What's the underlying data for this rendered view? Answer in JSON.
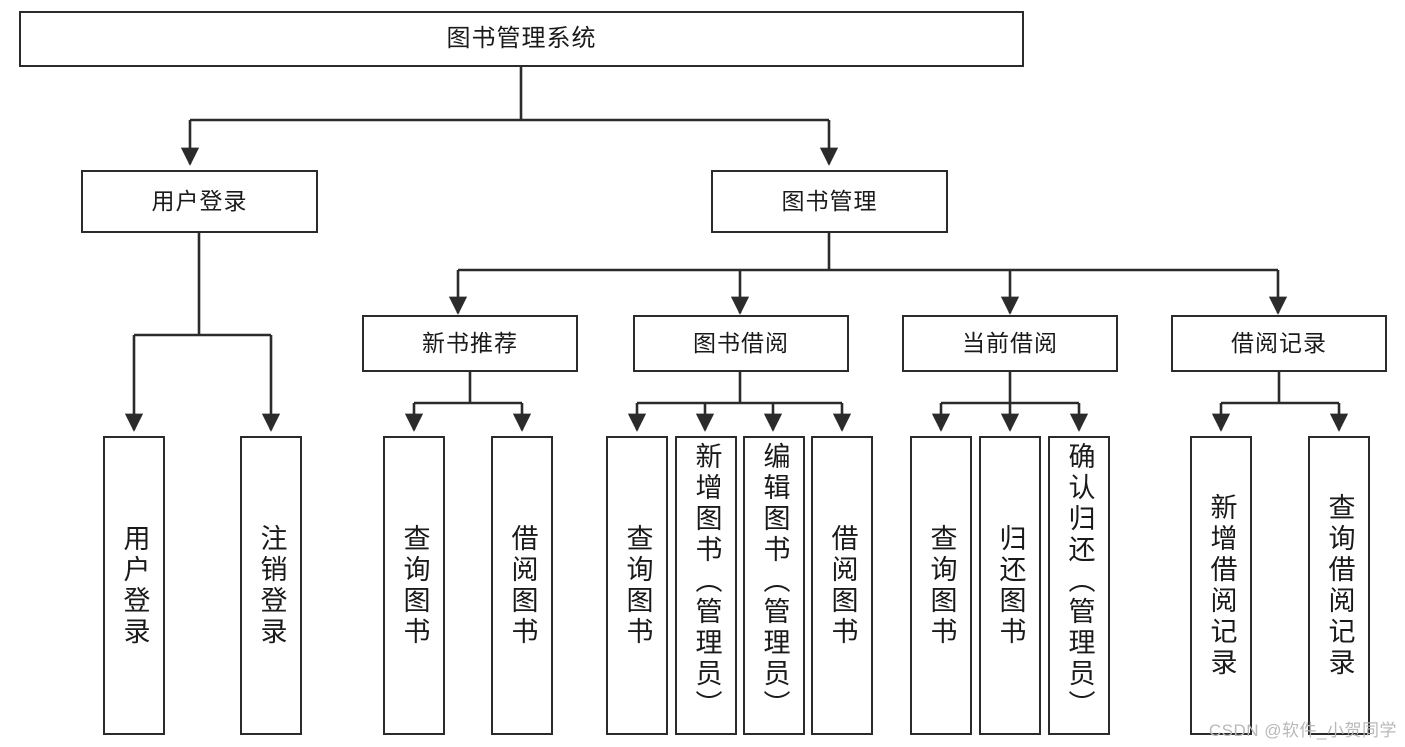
{
  "diagram": {
    "title": "图书管理系统",
    "stroke_color": "#2b2b2b",
    "background_color": "#ffffff",
    "text_color": "#1a1a1a"
  },
  "nodes": {
    "root": {
      "label": "图书管理系统"
    },
    "level2": [
      {
        "label": "用户登录"
      },
      {
        "label": "图书管理"
      }
    ],
    "level3": [
      {
        "label": "新书推荐"
      },
      {
        "label": "图书借阅"
      },
      {
        "label": "当前借阅"
      },
      {
        "label": "借阅记录"
      }
    ],
    "leaves": {
      "user_login": [
        {
          "label": "用户登录"
        },
        {
          "label": "注销登录"
        }
      ],
      "new_book": [
        {
          "label": "查询图书"
        },
        {
          "label": "借阅图书"
        }
      ],
      "book_borrow": [
        {
          "label": "查询图书"
        },
        {
          "label": "新增图书（管理员）"
        },
        {
          "label": "编辑图书（管理员）"
        },
        {
          "label": "借阅图书"
        }
      ],
      "current_borrow": [
        {
          "label": "查询图书"
        },
        {
          "label": "归还图书"
        },
        {
          "label": "确认归还（管理员）"
        }
      ],
      "borrow_record": [
        {
          "label": "新增借阅记录"
        },
        {
          "label": "查询借阅记录"
        }
      ]
    }
  },
  "watermark": {
    "text": "CSDN @软件_小贺同学"
  }
}
